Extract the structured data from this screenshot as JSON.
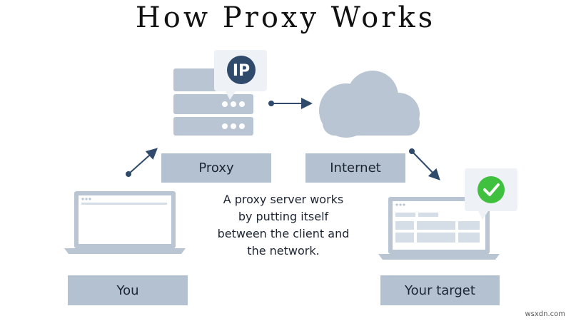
{
  "title": "How Proxy Works",
  "labels": {
    "proxy": "Proxy",
    "internet": "Internet",
    "you": "You",
    "target": "Your target"
  },
  "ip_badge": "IP",
  "description_lines": [
    "A proxy server works",
    "by putting itself",
    "between the client and",
    "the network."
  ],
  "watermark": "wsxdn.com",
  "colors": {
    "box": "#b3c1d0",
    "device": "#b9c5d3",
    "dark_accent": "#2f4a6b",
    "check": "#3fc13f",
    "arrow": "#2f4a6b"
  },
  "icons": [
    "server-icon",
    "ip-badge-icon",
    "cloud-icon",
    "laptop-icon",
    "checkmark-icon"
  ]
}
